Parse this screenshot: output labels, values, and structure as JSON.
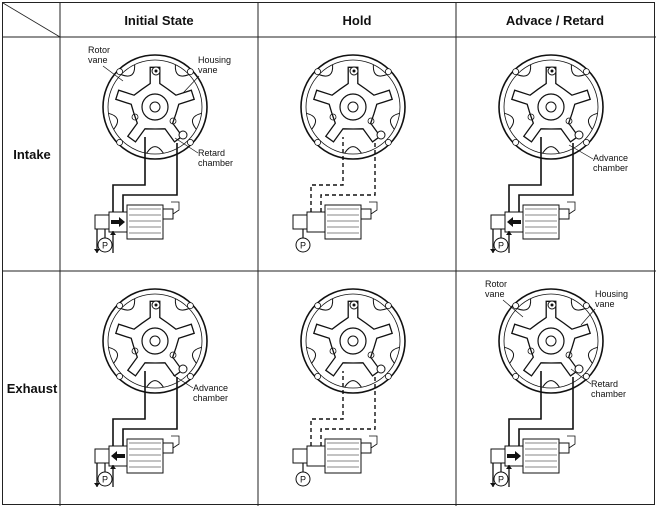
{
  "headers": {
    "initial": "Initial State",
    "hold": "Hold",
    "advance_retard": "Advace / Retard"
  },
  "rows": {
    "intake": "Intake",
    "exhaust": "Exhaust"
  },
  "labels": {
    "rotor_vane": [
      "Rotor",
      "vane"
    ],
    "housing_vane": [
      "Housing",
      "vane"
    ],
    "retard_chamber": [
      "Retard",
      "chamber"
    ],
    "advance_chamber": [
      "Advance",
      "chamber"
    ],
    "pump": "P"
  },
  "colors": {
    "line": "#111111",
    "border": "#222222"
  }
}
